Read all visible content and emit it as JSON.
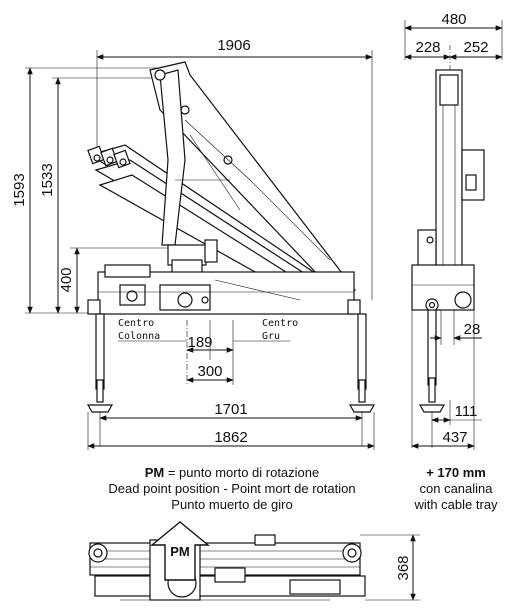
{
  "dimensions": {
    "total_length": "1906",
    "height_total": "1593",
    "height_boom": "1533",
    "height_base": "400",
    "offset_189": "189",
    "offset_300": "300",
    "stab_1701": "1701",
    "stab_1862": "1862",
    "width_480": "480",
    "width_228": "228",
    "width_252": "252",
    "side_28": "28",
    "side_111": "111",
    "side_437": "437",
    "plan_368": "368"
  },
  "labels": {
    "centro_colonna_1": "Centro",
    "centro_colonna_2": "Colonna",
    "centro_gru_1": "Centro",
    "centro_gru_2": "Gru",
    "pm_badge": "PM"
  },
  "caption_pm": {
    "bold": "PM",
    "rest": " = punto morto di rotazione",
    "line2": "Dead point position - Point mort de rotation",
    "line3": "Punto muerto de giro"
  },
  "caption_tray": {
    "line1": "+ 170 mm",
    "line2": "con canalina",
    "line3": "with cable tray"
  }
}
